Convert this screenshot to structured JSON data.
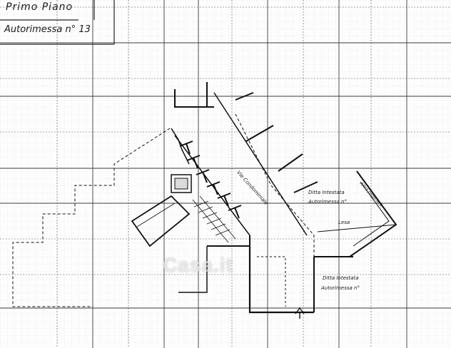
{
  "header": {
    "floor": "Primo Piano",
    "unit": "Autorimessa  n° 13"
  },
  "labels": {
    "corridor": "Vie Condominiale",
    "owner_north": "Ditta Intestata",
    "owner_north_sub": "Autorimessa n°",
    "owner_south": "Ditta Intestata",
    "owner_south_sub": "Autorimessa n°",
    "other": "Altra proprietà",
    "lane": "Lesa"
  },
  "watermark": {
    "text": "Casa.it"
  }
}
